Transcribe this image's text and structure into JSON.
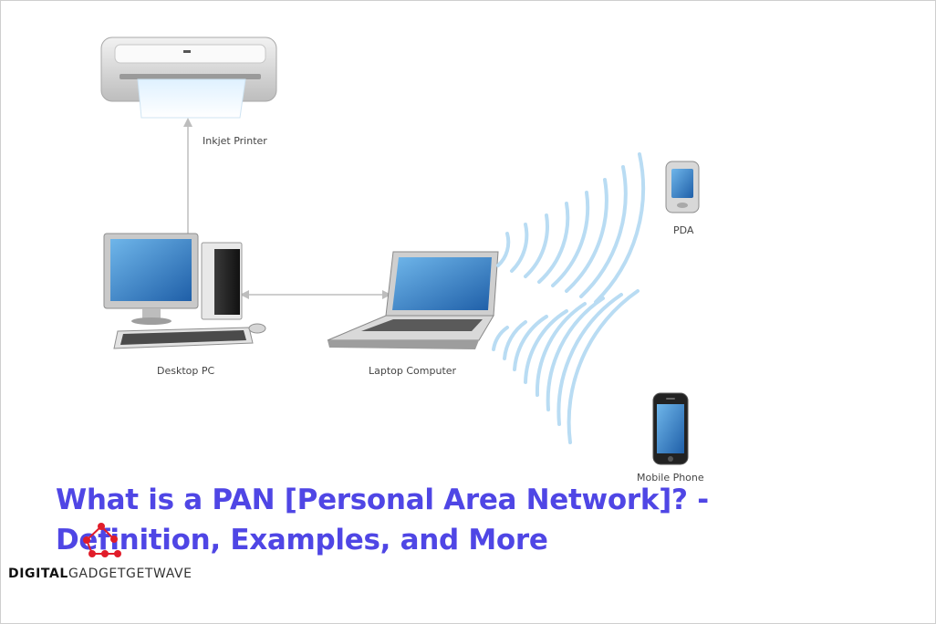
{
  "diagram": {
    "nodes": {
      "printer": "Inkjet Printer",
      "desktop": "Desktop PC",
      "laptop": "Laptop Computer",
      "pda": "PDA",
      "phone": "Mobile Phone"
    }
  },
  "headline": {
    "line1": "What is a PAN [Personal Area Network]? -",
    "line2": "Definition, Examples, and More"
  },
  "brand": {
    "part1": "DIGITAL",
    "part2": "GADGETGETWAVE"
  },
  "colors": {
    "headline": "#4f46e5",
    "logo": "#e11d2a",
    "signal": "#b9dcf3",
    "screen": "#3b82c8"
  },
  "icons": [
    "printer-icon",
    "desktop-pc-icon",
    "laptop-icon",
    "pda-icon",
    "mobile-phone-icon",
    "wifi-signal-icon",
    "brand-logo-icon"
  ]
}
